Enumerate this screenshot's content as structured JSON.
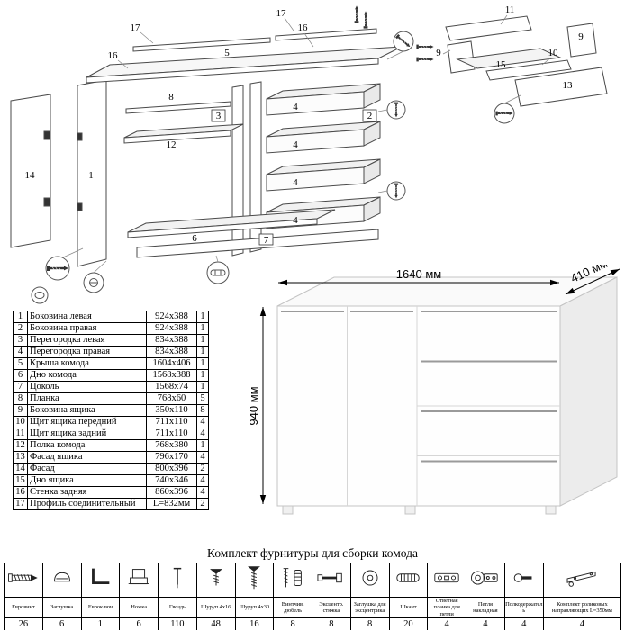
{
  "diagram": {
    "callouts": {
      "c17l": "17",
      "c16l": "16",
      "c17r": "17",
      "c16r": "16",
      "c5": "5",
      "c8": "8",
      "c3": "3",
      "c12": "12",
      "c1": "1",
      "c14": "14",
      "c2": "2",
      "c4a": "4",
      "c4b": "4",
      "c4c": "4",
      "c4d": "4",
      "c6": "6",
      "c7": "7",
      "c11": "11",
      "c9a": "9",
      "c9b": "9",
      "c10": "10",
      "c15": "15",
      "c13": "13"
    }
  },
  "render": {
    "width_label": "1640 мм",
    "depth_label": "410 мм",
    "height_label": "940 мм"
  },
  "parts_table": {
    "rows": [
      [
        "1",
        "Боковина левая",
        "924x388",
        "1"
      ],
      [
        "2",
        "Боковина правая",
        "924x388",
        "1"
      ],
      [
        "3",
        "Перегородка левая",
        "834x388",
        "1"
      ],
      [
        "4",
        "Перегородка правая",
        "834x388",
        "1"
      ],
      [
        "5",
        "Крыша комода",
        "1604x406",
        "1"
      ],
      [
        "6",
        "Дно комода",
        "1568x388",
        "1"
      ],
      [
        "7",
        "Цоколь",
        "1568x74",
        "1"
      ],
      [
        "8",
        "Планка",
        "768x60",
        "5"
      ],
      [
        "9",
        "Боковина ящика",
        "350x110",
        "8"
      ],
      [
        "10",
        "Щит ящика передний",
        "711x110",
        "4"
      ],
      [
        "11",
        "Щит ящика задний",
        "711x110",
        "4"
      ],
      [
        "12",
        "Полка комода",
        "768x380",
        "1"
      ],
      [
        "13",
        "Фасад ящика",
        "796x170",
        "4"
      ],
      [
        "14",
        "Фасад",
        "800x396",
        "2"
      ],
      [
        "15",
        "Дно ящика",
        "740x346",
        "4"
      ],
      [
        "16",
        "Стенка задняя",
        "860x396",
        "4"
      ],
      [
        "17",
        "Профиль соединительный",
        "L=832мм",
        "2"
      ]
    ]
  },
  "hardware": {
    "title": "Комплект фурнитуры для сборки комода",
    "items": [
      {
        "name": "Евровинт",
        "qty": "26",
        "icon": "confirmat-screw-icon"
      },
      {
        "name": "Заглушка",
        "qty": "6",
        "icon": "cap-icon"
      },
      {
        "name": "Евроключ",
        "qty": "1",
        "icon": "hex-key-icon"
      },
      {
        "name": "Ножка",
        "qty": "6",
        "icon": "leg-icon"
      },
      {
        "name": "Гвоздь",
        "qty": "110",
        "icon": "nail-icon"
      },
      {
        "name": "Шуруп 4x16",
        "qty": "48",
        "icon": "screw-short-icon"
      },
      {
        "name": "Шуруп 4x30",
        "qty": "16",
        "icon": "screw-long-icon"
      },
      {
        "name": "Винтчив. дюбель",
        "qty": "8",
        "icon": "dowel-screw-icon"
      },
      {
        "name": "Эксцентр. стяжка",
        "qty": "8",
        "icon": "cam-bolt-icon"
      },
      {
        "name": "Заглушка для эксцентрика",
        "qty": "8",
        "icon": "cam-cap-icon"
      },
      {
        "name": "Шкант",
        "qty": "20",
        "icon": "wood-dowel-icon"
      },
      {
        "name": "Ответная планка для петли",
        "qty": "4",
        "icon": "hinge-plate-icon"
      },
      {
        "name": "Петля накладная",
        "qty": "4",
        "icon": "hinge-icon"
      },
      {
        "name": "Полкодержатель",
        "qty": "4",
        "icon": "shelf-support-icon"
      },
      {
        "name": "Комплект роликовых направляющих L=350мм",
        "qty": "4",
        "icon": "drawer-slide-icon"
      }
    ]
  }
}
